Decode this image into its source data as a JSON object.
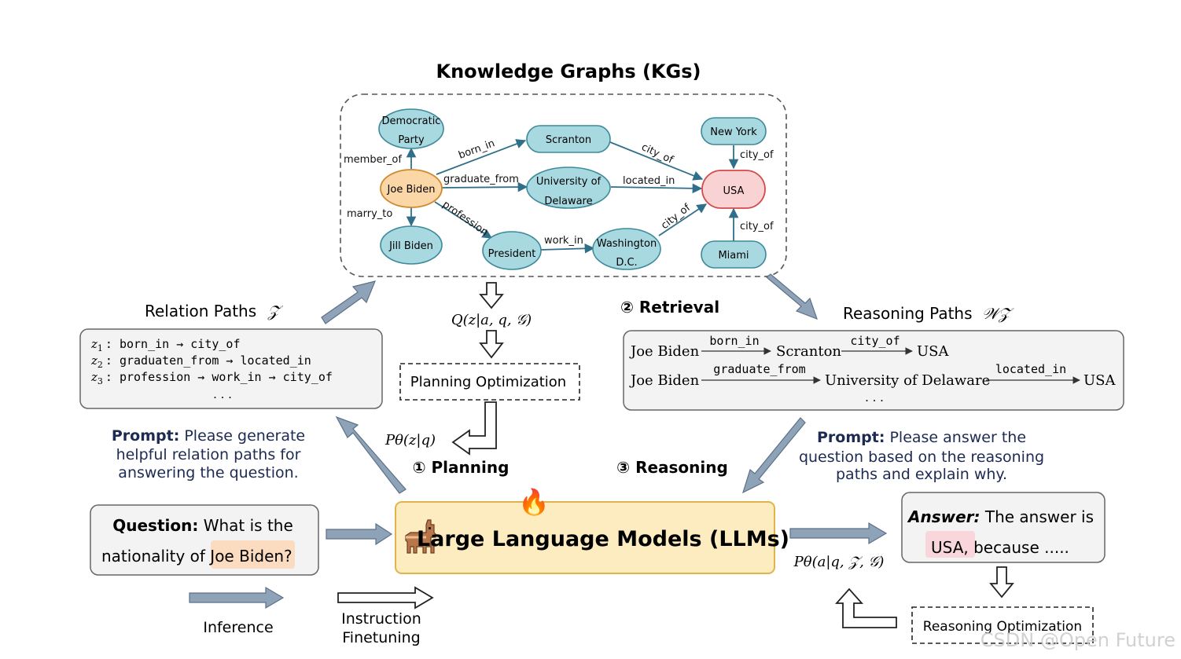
{
  "kg": {
    "title": "Knowledge Graphs (KGs)",
    "nodes": {
      "democratic_1": "Democratic",
      "democratic_2": "Party",
      "scranton": "Scranton",
      "new_york": "New York",
      "joe_biden": "Joe Biden",
      "univ_1": "University of",
      "univ_2": "Delaware",
      "usa": "USA",
      "jill_biden": "Jill Biden",
      "president": "President",
      "washington_1": "Washington",
      "washington_2": "D.C.",
      "miami": "Miami"
    },
    "edges": {
      "member_of": "member_of",
      "born_in": "born_in",
      "graduate_from": "graduate_from",
      "located_in": "located_in",
      "marry_to": "marry_to",
      "profession": "profession",
      "work_in": "work_in",
      "city_of_scranton": "city_of",
      "city_of_newyork": "city_of",
      "city_of_washington": "city_of",
      "city_of_miami": "city_of"
    }
  },
  "relation_paths": {
    "title": "Relation Paths",
    "symbol": "𝒵",
    "rows": [
      {
        "z": "z",
        "sub": "1",
        "text": ": born_in → city_of"
      },
      {
        "z": "z",
        "sub": "2",
        "text": ": graduaten_from → located_in"
      },
      {
        "z": "z",
        "sub": "3",
        "text": ": profession → work_in → city_of"
      }
    ],
    "ellipsis": ". . ."
  },
  "planning": {
    "q_formula": "Q(z|a, q, 𝒢)",
    "optimization": "Planning Optimization",
    "p_formula": "Pθ(z|q)",
    "label": "① Planning"
  },
  "retrieval": {
    "label": "② Retrieval"
  },
  "reasoning_paths": {
    "title": "Reasoning Paths",
    "symbol": "𝒲𝒵",
    "row1": {
      "a": "Joe Biden",
      "r1": "born_in",
      "b": "Scranton",
      "r2": "city_of",
      "c": "USA"
    },
    "row2": {
      "a": "Joe Biden",
      "r1": "graduate_from",
      "b": "University of Delaware",
      "r2": "located_in",
      "c": "USA"
    },
    "ellipsis": ". . ."
  },
  "prompt_left": {
    "bold": "Prompt:",
    "line1": "Please generate",
    "line2": "helpful relation paths for",
    "line3": "answering the question."
  },
  "prompt_right": {
    "bold": "Prompt:",
    "line1": "Please answer the",
    "line2": "question based on the reasoning",
    "line3": "paths and explain why."
  },
  "reasoning_label": "③ Reasoning",
  "question": {
    "bold": "Question:",
    "line1": "What is the",
    "line2_pre": "nationality of",
    "highlight": "Joe Biden",
    "line2_post": "?"
  },
  "llm": {
    "label": "Large Language Models (LLMs)",
    "fire": "🔥"
  },
  "answer": {
    "bold": "Answer:",
    "line1": "The answer is",
    "highlight": "USA",
    "line2_post": ", because .....",
    "formula": "Pθ(a|q, 𝒵, 𝒢)"
  },
  "reasoning_optimization": "Reasoning Optimization",
  "legend": {
    "inference": "Inference",
    "finetune_1": "Instruction",
    "finetune_2": "Finetuning"
  },
  "watermark": "CSDN @Open Future",
  "colors": {
    "node_fill": "#a8d8e0",
    "node_stroke": "#3b8a99",
    "joe_fill": "#fbd7a8",
    "joe_stroke": "#d08a2a",
    "usa_fill": "#f9d3d3",
    "usa_stroke": "#d44a4a",
    "llm_fill": "#fdecc0",
    "llm_stroke": "#e0b44a",
    "big_arrow": "#8fa3b8",
    "highlight_orange": "#fbdcc0",
    "highlight_pink": "#f9d6dc"
  }
}
